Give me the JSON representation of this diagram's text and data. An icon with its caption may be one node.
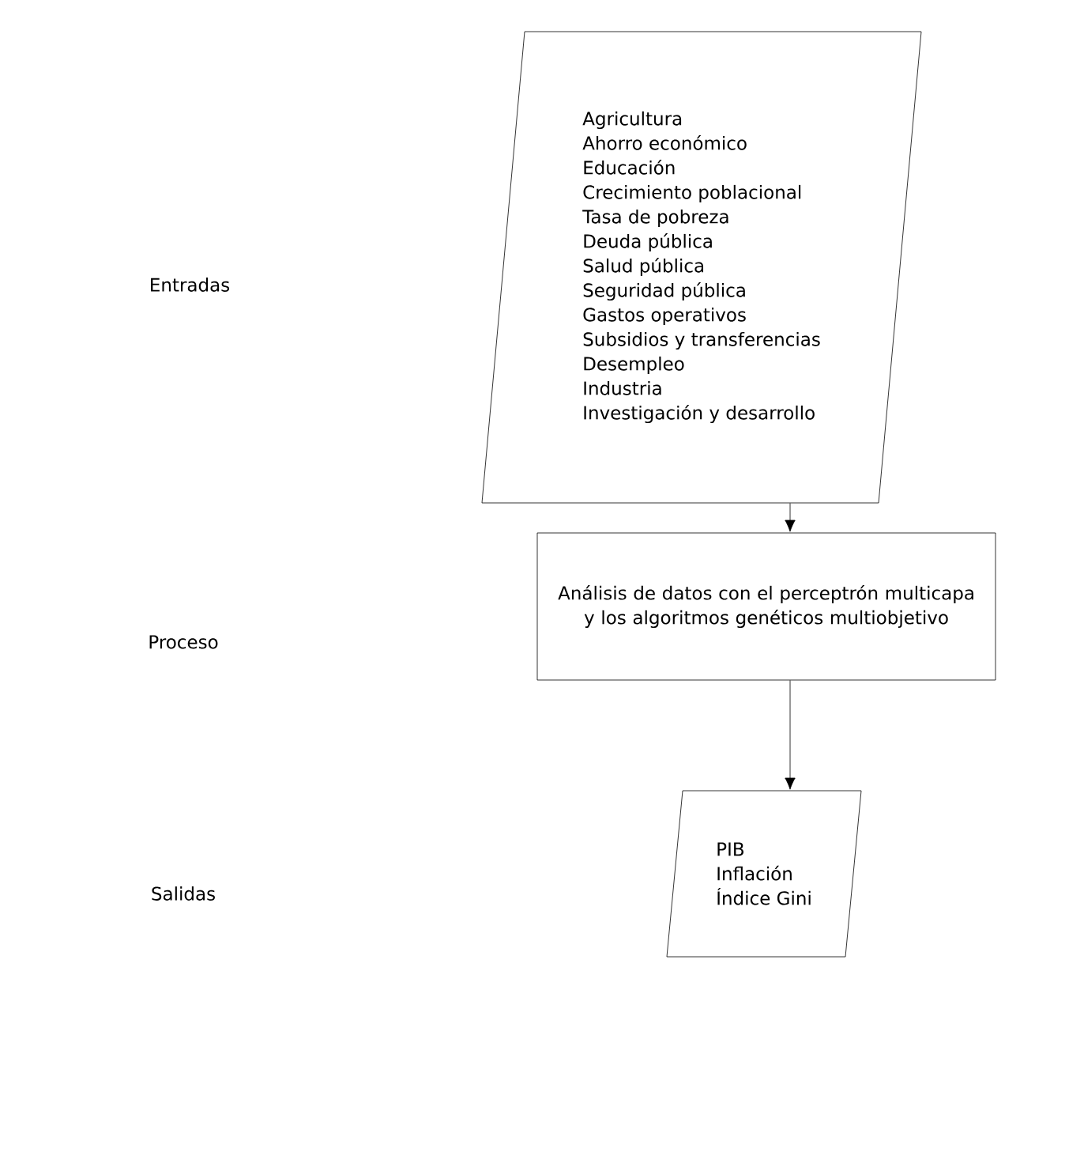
{
  "diagram": {
    "nodes": [
      {
        "text": [
          "Agricultura",
          "Ahorro económico",
          "Educación",
          "Crecimiento poblacional",
          "Tasa de pobreza",
          "Deuda pública",
          "Salud pública",
          "Seguridad pública",
          "Gastos operativos",
          "Subsidios y transferencias",
          "Desempleo",
          "Industria",
          "Investigación y desarrollo"
        ]
      },
      {
        "text": [
          "Análisis de datos con el perceptrón multicapa y los algoritmos genéticos multiobjetivo"
        ]
      },
      {
        "text": [
          "PIB",
          "Inflación",
          "Índice Gini"
        ]
      }
    ],
    "edges": [
      {
        "from": 0,
        "to": 1,
        "arrow": "to"
      },
      {
        "from": 1,
        "to": 2,
        "arrow": "to"
      }
    ],
    "labels": [
      "Entradas",
      "Proceso",
      "Salidas"
    ]
  }
}
